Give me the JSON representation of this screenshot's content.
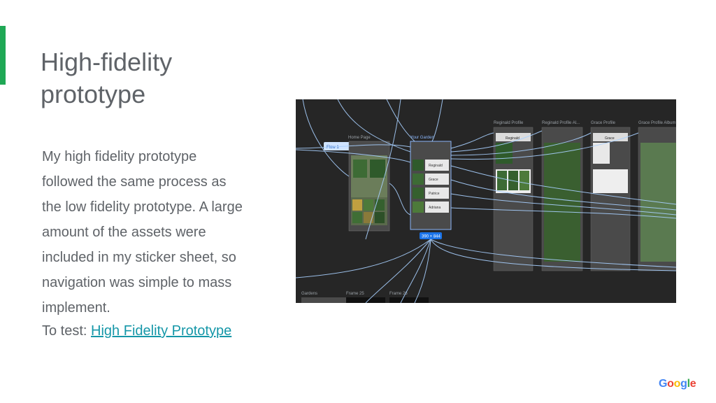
{
  "slide": {
    "title_lines": [
      "High-fidelity",
      "prototype"
    ],
    "body_lines": [
      "My high fidelity prototype",
      "followed the same process as",
      "the low fidelity prototype. A large",
      "amount of the assets were",
      "included in my sticker sheet, so",
      "navigation was simple to mass",
      "implement."
    ],
    "test_prefix": "To test: ",
    "test_link": "High Fidelity Prototype"
  },
  "prototype": {
    "frame_labels": {
      "home": "Home Page",
      "your_garden": "Your Garden",
      "reginald_profile": "Reginald Profile",
      "reginald_album": "Reginald Profile Al...",
      "grace_profile": "Grace Profile",
      "grace_album": "Grace Profile Album",
      "gardens": "Gardens",
      "frame25": "Frame 25",
      "frame26": "Frame 26"
    },
    "flow_badge": "Flow 1",
    "size_badge": "390 × 844",
    "garden_cards": [
      "Reginald",
      "Grace",
      "Patrice",
      "Adriana"
    ],
    "profile_names": {
      "reginald": "Reginald",
      "grace": "Grace"
    }
  },
  "logo": {
    "letters": [
      "G",
      "o",
      "o",
      "g",
      "l",
      "e"
    ],
    "colors": [
      "#4285F4",
      "#EA4335",
      "#FBBC05",
      "#4285F4",
      "#34A853",
      "#EA4335"
    ]
  }
}
